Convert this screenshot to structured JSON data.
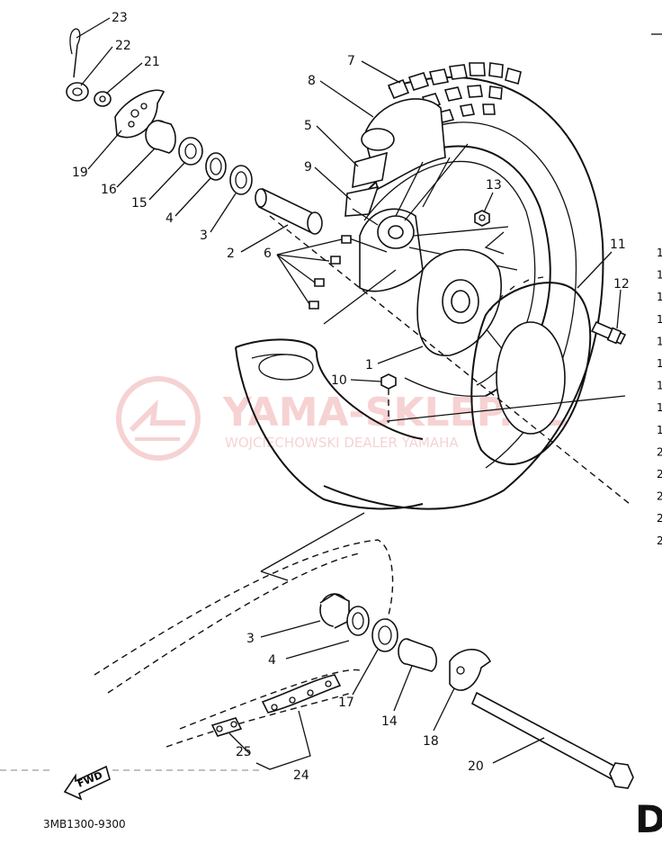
{
  "diagram": {
    "callouts": [
      {
        "id": "c23",
        "text": "23"
      },
      {
        "id": "c22",
        "text": "22"
      },
      {
        "id": "c21",
        "text": "21"
      },
      {
        "id": "c19",
        "text": "19"
      },
      {
        "id": "c16",
        "text": "16"
      },
      {
        "id": "c15",
        "text": "15"
      },
      {
        "id": "c4a",
        "text": "4"
      },
      {
        "id": "c3a",
        "text": "3"
      },
      {
        "id": "c2",
        "text": "2"
      },
      {
        "id": "c6",
        "text": "6"
      },
      {
        "id": "c7",
        "text": "7"
      },
      {
        "id": "c8",
        "text": "8"
      },
      {
        "id": "c5",
        "text": "5"
      },
      {
        "id": "c9",
        "text": "9"
      },
      {
        "id": "c13",
        "text": "13"
      },
      {
        "id": "c11",
        "text": "11"
      },
      {
        "id": "c12",
        "text": "12"
      },
      {
        "id": "c1",
        "text": "1"
      },
      {
        "id": "c10",
        "text": "10"
      },
      {
        "id": "c3b",
        "text": "3"
      },
      {
        "id": "c4b",
        "text": "4"
      },
      {
        "id": "c17",
        "text": "17"
      },
      {
        "id": "c14",
        "text": "14"
      },
      {
        "id": "c18",
        "text": "18"
      },
      {
        "id": "c20",
        "text": "20"
      },
      {
        "id": "c25",
        "text": "25"
      },
      {
        "id": "c24",
        "text": "24"
      }
    ],
    "fwd_label": "FWD",
    "drawing_code": "3MB1300-9300",
    "corner_letter": "D",
    "right_margin_numbers": [
      "1",
      "1",
      "1",
      "1",
      "1",
      "1",
      "1",
      "1",
      "1",
      "2",
      "2",
      "2",
      "2",
      "2"
    ]
  },
  "watermark": {
    "brand": "YAMA-SKLEP.PL",
    "tagline": "WOJCIECHOWSKI DEALER YAMAHA",
    "color": "#d9383a"
  }
}
